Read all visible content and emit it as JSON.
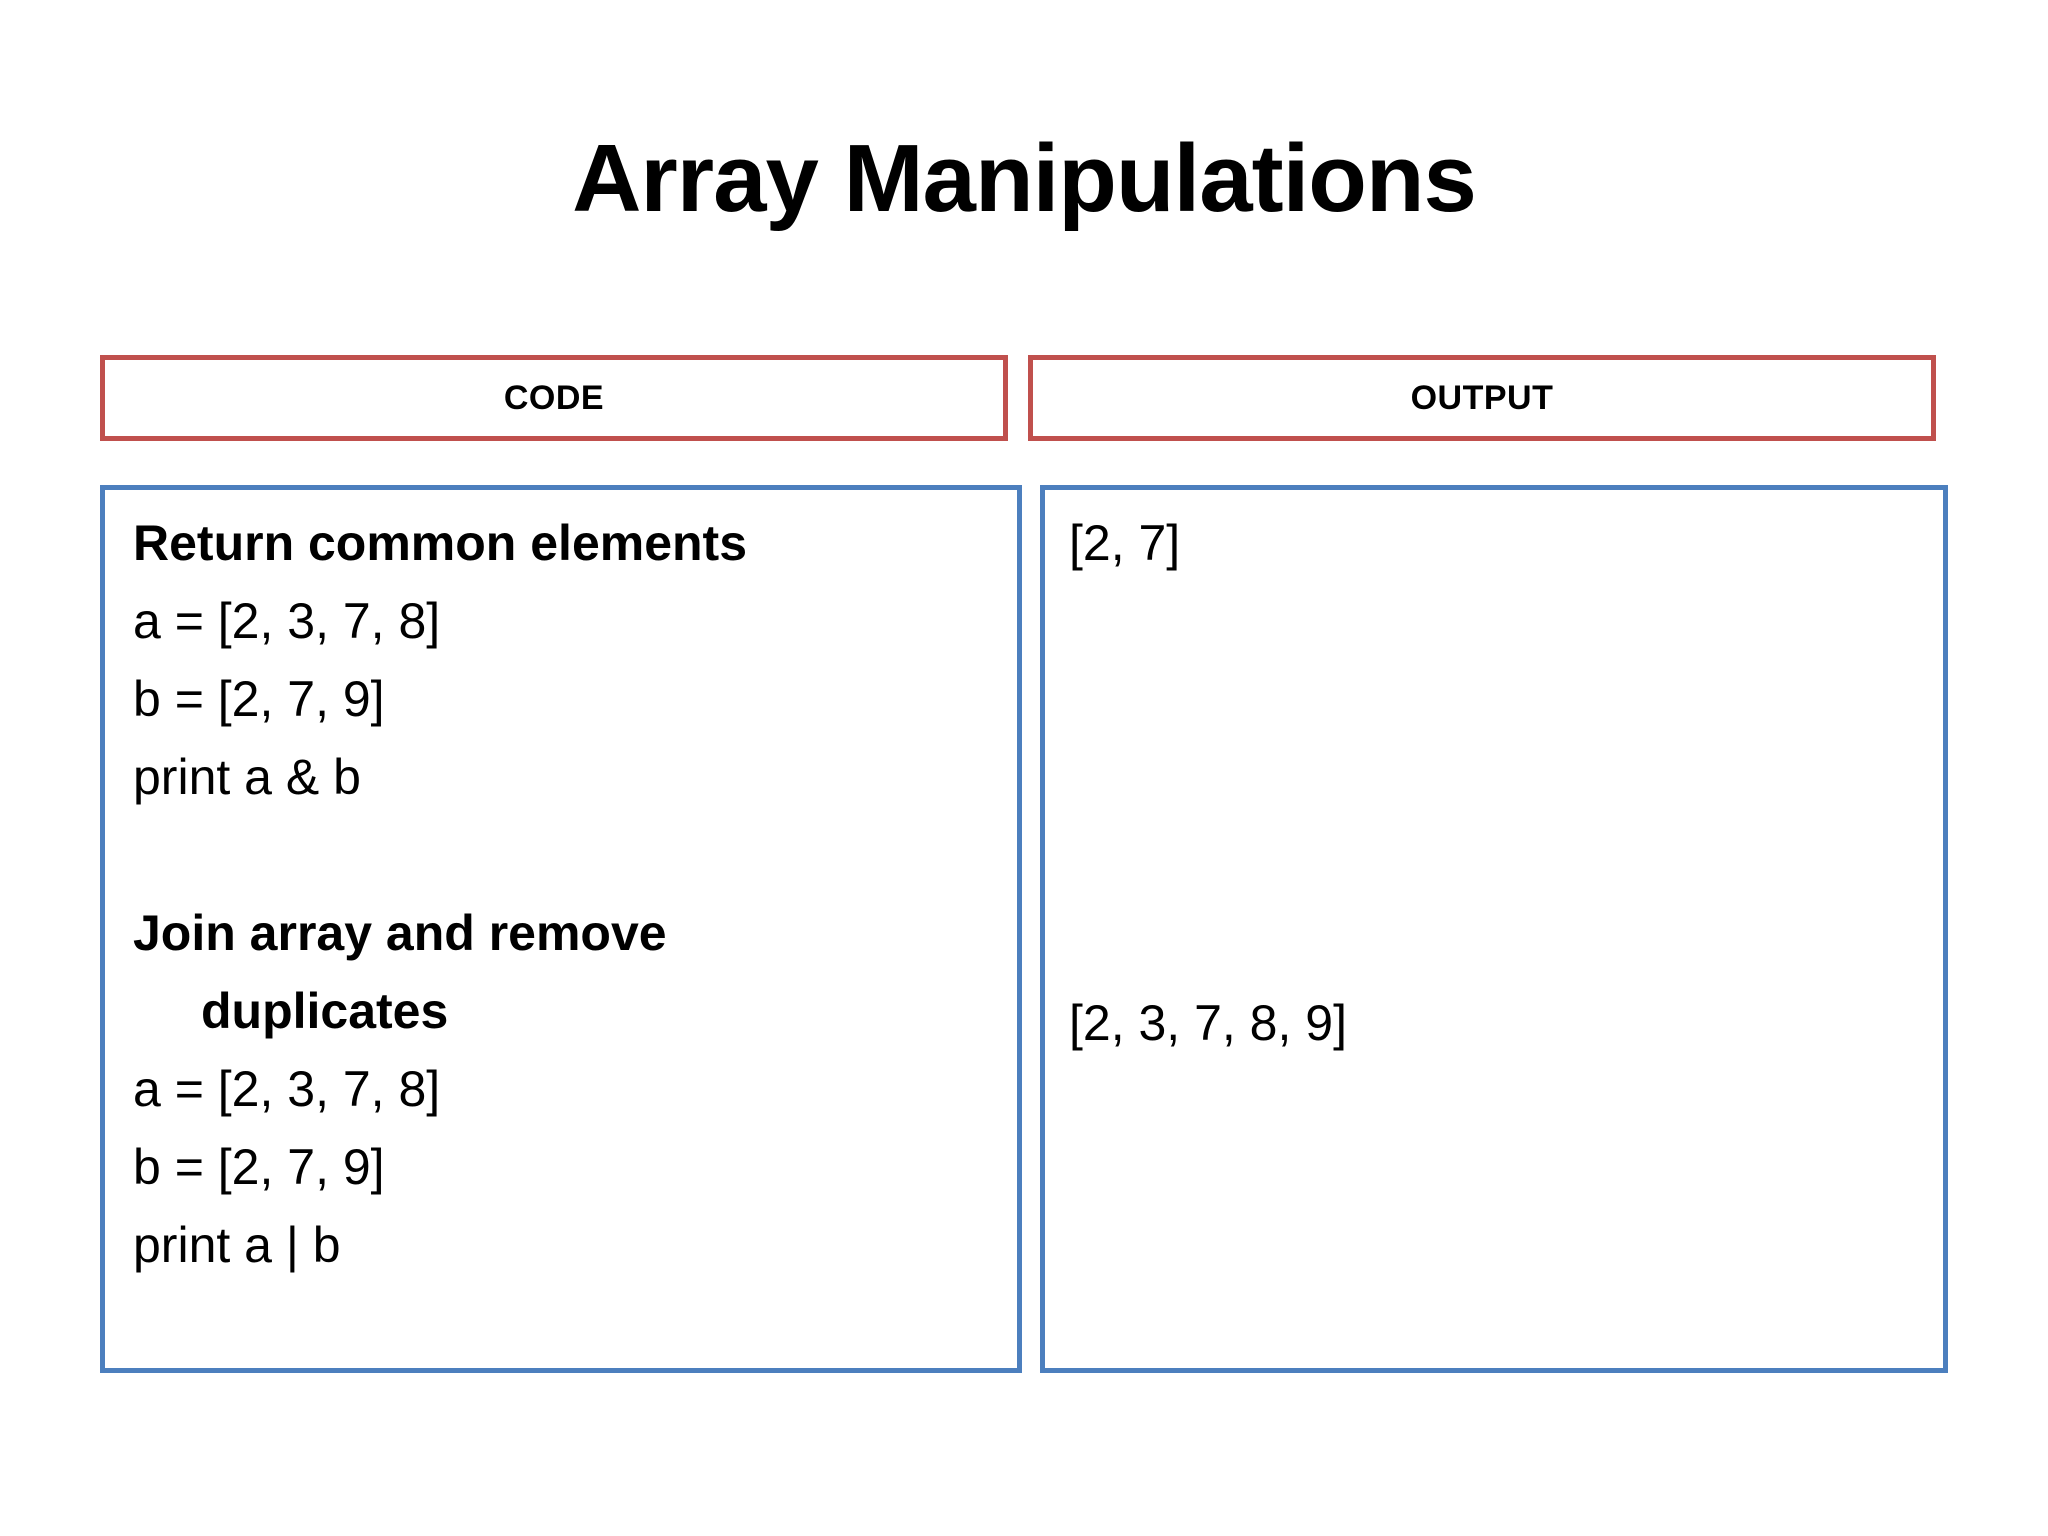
{
  "slide": {
    "title": "Array Manipulations",
    "background_color": "#FFFFFF",
    "accent_red": "#C0504D",
    "accent_blue": "#4C7FBE"
  },
  "columns": {
    "code": {
      "header_label": "CODE",
      "lines": [
        {
          "text": "Return common elements",
          "bold": true,
          "indent": false
        },
        {
          "text": "a = [2, 3, 7, 8]",
          "bold": false,
          "indent": false
        },
        {
          "text": "b = [2, 7, 9]",
          "bold": false,
          "indent": false
        },
        {
          "text": "print a & b",
          "bold": false,
          "indent": false
        },
        {
          "text": "",
          "bold": false,
          "indent": false
        },
        {
          "text": "Join array and remove",
          "bold": true,
          "indent": false
        },
        {
          "text": "duplicates",
          "bold": true,
          "indent": true
        },
        {
          "text": "a = [2, 3, 7, 8]",
          "bold": false,
          "indent": false
        },
        {
          "text": "b = [2, 7, 9]",
          "bold": false,
          "indent": false
        },
        {
          "text": "print a | b",
          "bold": false,
          "indent": false
        }
      ]
    },
    "output": {
      "header_label": "OUTPUT",
      "lines": [
        {
          "text": "[2, 7]"
        },
        {
          "text": "[2, 3, 7, 8, 9]"
        }
      ]
    }
  }
}
